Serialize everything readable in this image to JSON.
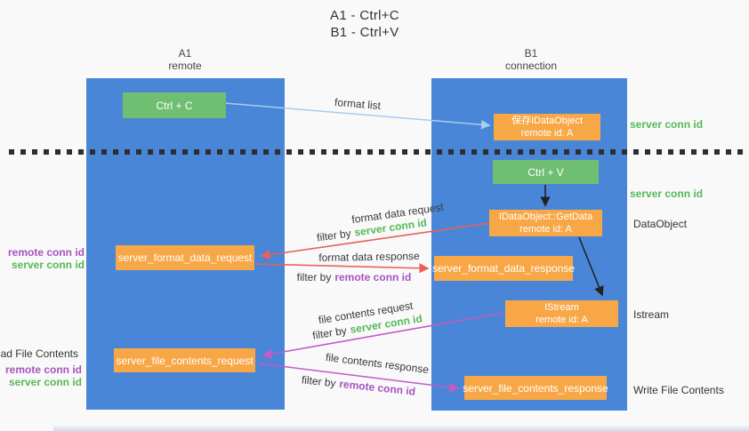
{
  "title": {
    "line1": "A1 - Ctrl+C",
    "line2": "B1 - Ctrl+V"
  },
  "lanes": {
    "left": {
      "name": "A1",
      "subtitle": "remote"
    },
    "right": {
      "name": "B1",
      "subtitle": "connection"
    }
  },
  "nodes": {
    "ctrl_c": {
      "label": "Ctrl + C"
    },
    "ctrl_v": {
      "label": "Ctrl + V"
    },
    "save_dataobject": {
      "line1": "保存IDataObject",
      "line2": "remote id: A"
    },
    "getdata": {
      "line1": "IDataObject::GetData",
      "line2": "remote id: A"
    },
    "istream": {
      "line1": "IStream",
      "line2": "remote id: A"
    },
    "format_request": {
      "label": "server_format_data_request"
    },
    "format_response": {
      "label": "server_format_data_response"
    },
    "file_request": {
      "label": "server_file_contents_request"
    },
    "file_response": {
      "label": "server_file_contents_response"
    }
  },
  "side_labels": {
    "server_conn_id_top": "server conn id",
    "server_conn_id_mid": "server conn id",
    "dataobject": "DataObject",
    "istream": "Istream",
    "write_file_contents": "Write File Contents",
    "read_file_contents": "Read File Contents",
    "request_ids_1": {
      "remote": "remote conn id",
      "server": "server conn id"
    },
    "request_ids_2": {
      "remote": "remote conn id",
      "server": "server conn id"
    }
  },
  "edges": {
    "format_list": {
      "label": "format list"
    },
    "format_data_request": {
      "label": "format data request",
      "filter_prefix": "filter by",
      "filter_key": "server conn id"
    },
    "format_data_response": {
      "label": "format data response",
      "filter_prefix": "filter by",
      "filter_key": "remote conn id"
    },
    "file_contents_request": {
      "label": "file contents request",
      "filter_prefix": "filter by",
      "filter_key": "server conn id"
    },
    "file_contents_response": {
      "label": "file contents response",
      "filter_prefix": "filter by",
      "filter_key": "remote conn id"
    }
  },
  "colors": {
    "panel_blue": "#4a86d8",
    "box_green": "#6fbe72",
    "box_orange": "#f8a747",
    "text_green": "#55b858",
    "text_purple": "#a952c1",
    "arrow_red": "#e9605a",
    "arrow_magenta": "#c45ac5",
    "arrow_light_blue": "#a5cdf1",
    "arrow_black": "#222222"
  }
}
